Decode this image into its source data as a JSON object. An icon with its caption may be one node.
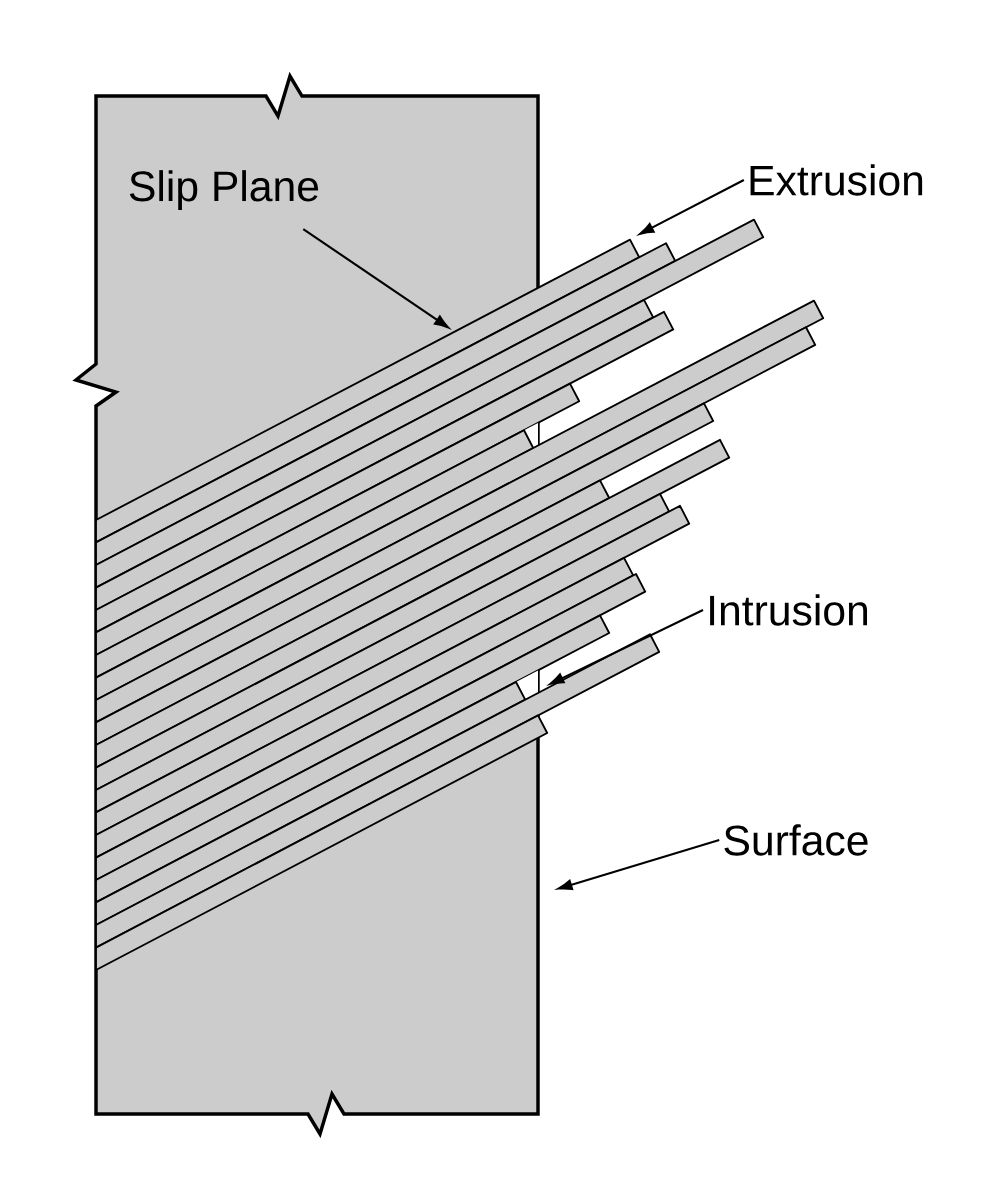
{
  "diagram": {
    "nodes": [
      {
        "text": [
          "Slip Plane"
        ]
      },
      {
        "text": [
          "Extrusion"
        ]
      },
      {
        "text": [
          "Intrusion"
        ]
      },
      {
        "text": [
          "Surface"
        ]
      }
    ],
    "edges": [
      {
        "from": 0,
        "to": null,
        "arrow": "to"
      },
      {
        "from": 1,
        "to": null,
        "arrow": "to"
      },
      {
        "from": 2,
        "to": null,
        "arrow": "to"
      },
      {
        "from": 3,
        "to": null,
        "arrow": "to"
      }
    ]
  }
}
